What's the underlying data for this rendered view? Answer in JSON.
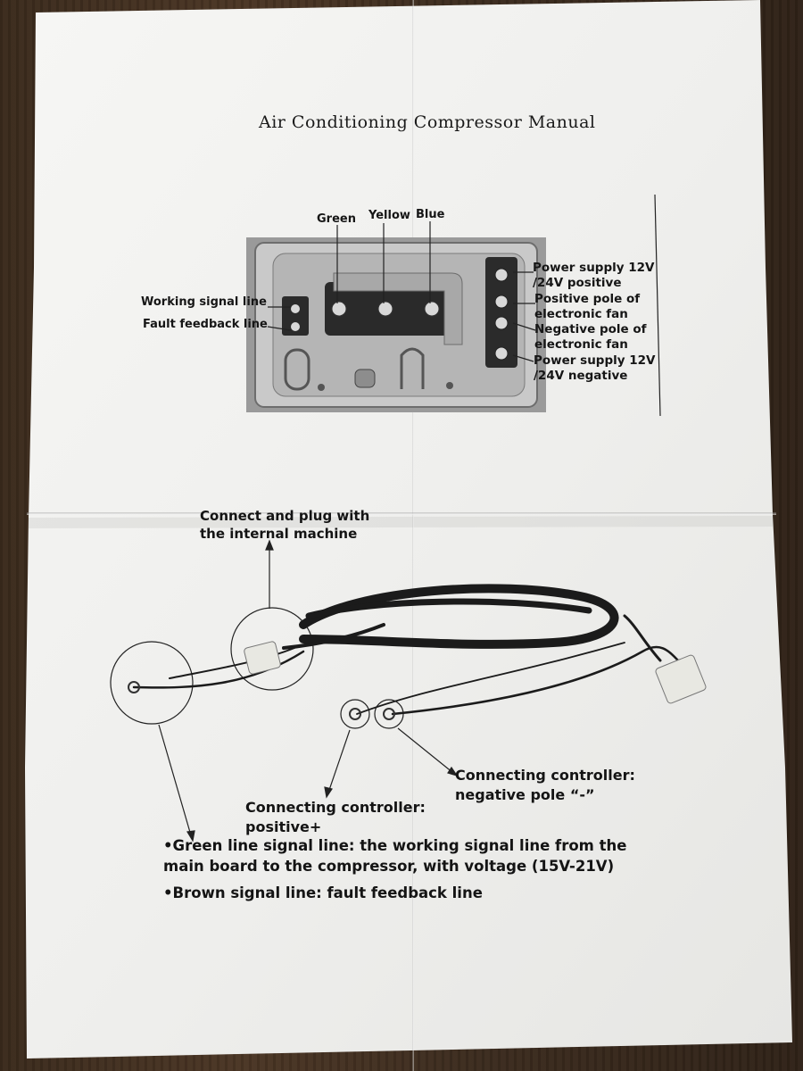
{
  "manual": {
    "title": "Air Conditioning Compressor Manual"
  },
  "diagram_top": {
    "wire_colors": [
      "Green",
      "Yellow",
      "Blue"
    ],
    "left_labels": [
      "Working signal line",
      "Fault feedback line"
    ],
    "right_labels": [
      [
        "Power supply 12V",
        "/24V positive"
      ],
      [
        "Positive pole of",
        "electronic fan"
      ],
      [
        "Negative pole of",
        "electronic fan"
      ],
      [
        "Power supply 12V",
        "/24V negative"
      ]
    ]
  },
  "diagram_bottom": {
    "connect_label": [
      "Connect and plug with",
      "the internal machine"
    ],
    "positive_label": [
      "Connecting controller:",
      "positive+"
    ],
    "negative_label": [
      "Connecting controller:",
      "negative pole “-”"
    ]
  },
  "notes": [
    [
      "•Green line signal line: the working signal line from the",
      "main board to the compressor, with voltage (15V-21V)"
    ],
    [
      "•Brown signal line: fault feedback line"
    ]
  ],
  "colors": {
    "paper": "#f3f3f1",
    "wood": "#3f2e20",
    "ink": "#141414"
  }
}
